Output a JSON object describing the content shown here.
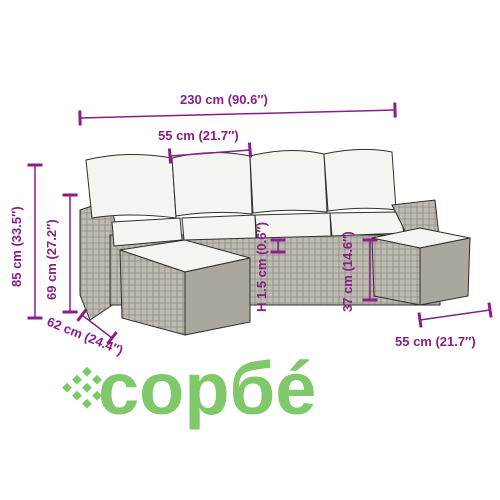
{
  "colors": {
    "dimension": "#8b1e86",
    "rattan": "#b9b7ae",
    "rattan_dark": "#6f6d66",
    "cushion": "#f4f4f1",
    "outline": "#2e2e2b",
    "brand": "#7fc96a",
    "background": "#ffffff"
  },
  "dimensions": {
    "total_width": "230 cm (90.6″)",
    "seat_width": "55 cm (21.7″)",
    "total_height": "85 cm (33.5″)",
    "armrest_height": "69 cm (27.2″)",
    "depth": "62 cm (24.4″)",
    "cushion_thickness": "H 1.5 cm (0.6″)",
    "ottoman_height": "37 cm (14.6″)",
    "ottoman_width": "55 cm (21.7″)"
  },
  "brand": {
    "name": "сорбé",
    "icon": "rattan-weave-icon"
  }
}
